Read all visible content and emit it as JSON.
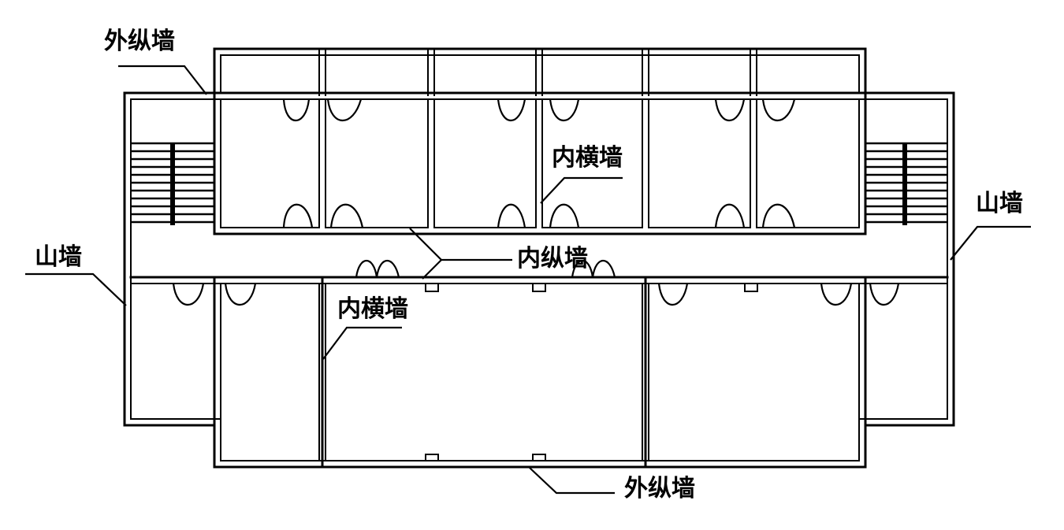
{
  "labels": {
    "outer_longitudinal_wall_top": "外纵墙",
    "outer_longitudinal_wall_bottom": "外纵墙",
    "inner_transverse_wall_upper": "内横墙",
    "inner_transverse_wall_lower": "内横墙",
    "inner_longitudinal_wall": "内纵墙",
    "gable_wall_left": "山墙",
    "gable_wall_right": "山墙"
  },
  "colors": {
    "line": "#000000",
    "background": "#ffffff"
  }
}
